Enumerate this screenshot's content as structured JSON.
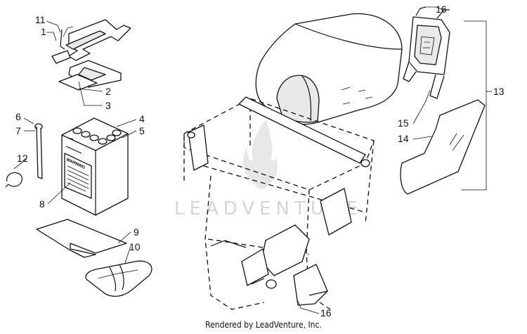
{
  "callouts": {
    "c11": "11",
    "c1": "1",
    "c2": "2",
    "c3": "3",
    "c6": "6",
    "c7": "7",
    "c4": "4",
    "c5": "5",
    "c12": "12",
    "c8": "8",
    "c9": "9",
    "c10": "10",
    "c16_top": "16",
    "c13": "13",
    "c15": "15",
    "c14": "14",
    "c16_bottom": "16"
  },
  "battery_label": "WARNING",
  "watermark": "LEADVENTURE",
  "footer": "Rendered by LeadVenture, Inc."
}
